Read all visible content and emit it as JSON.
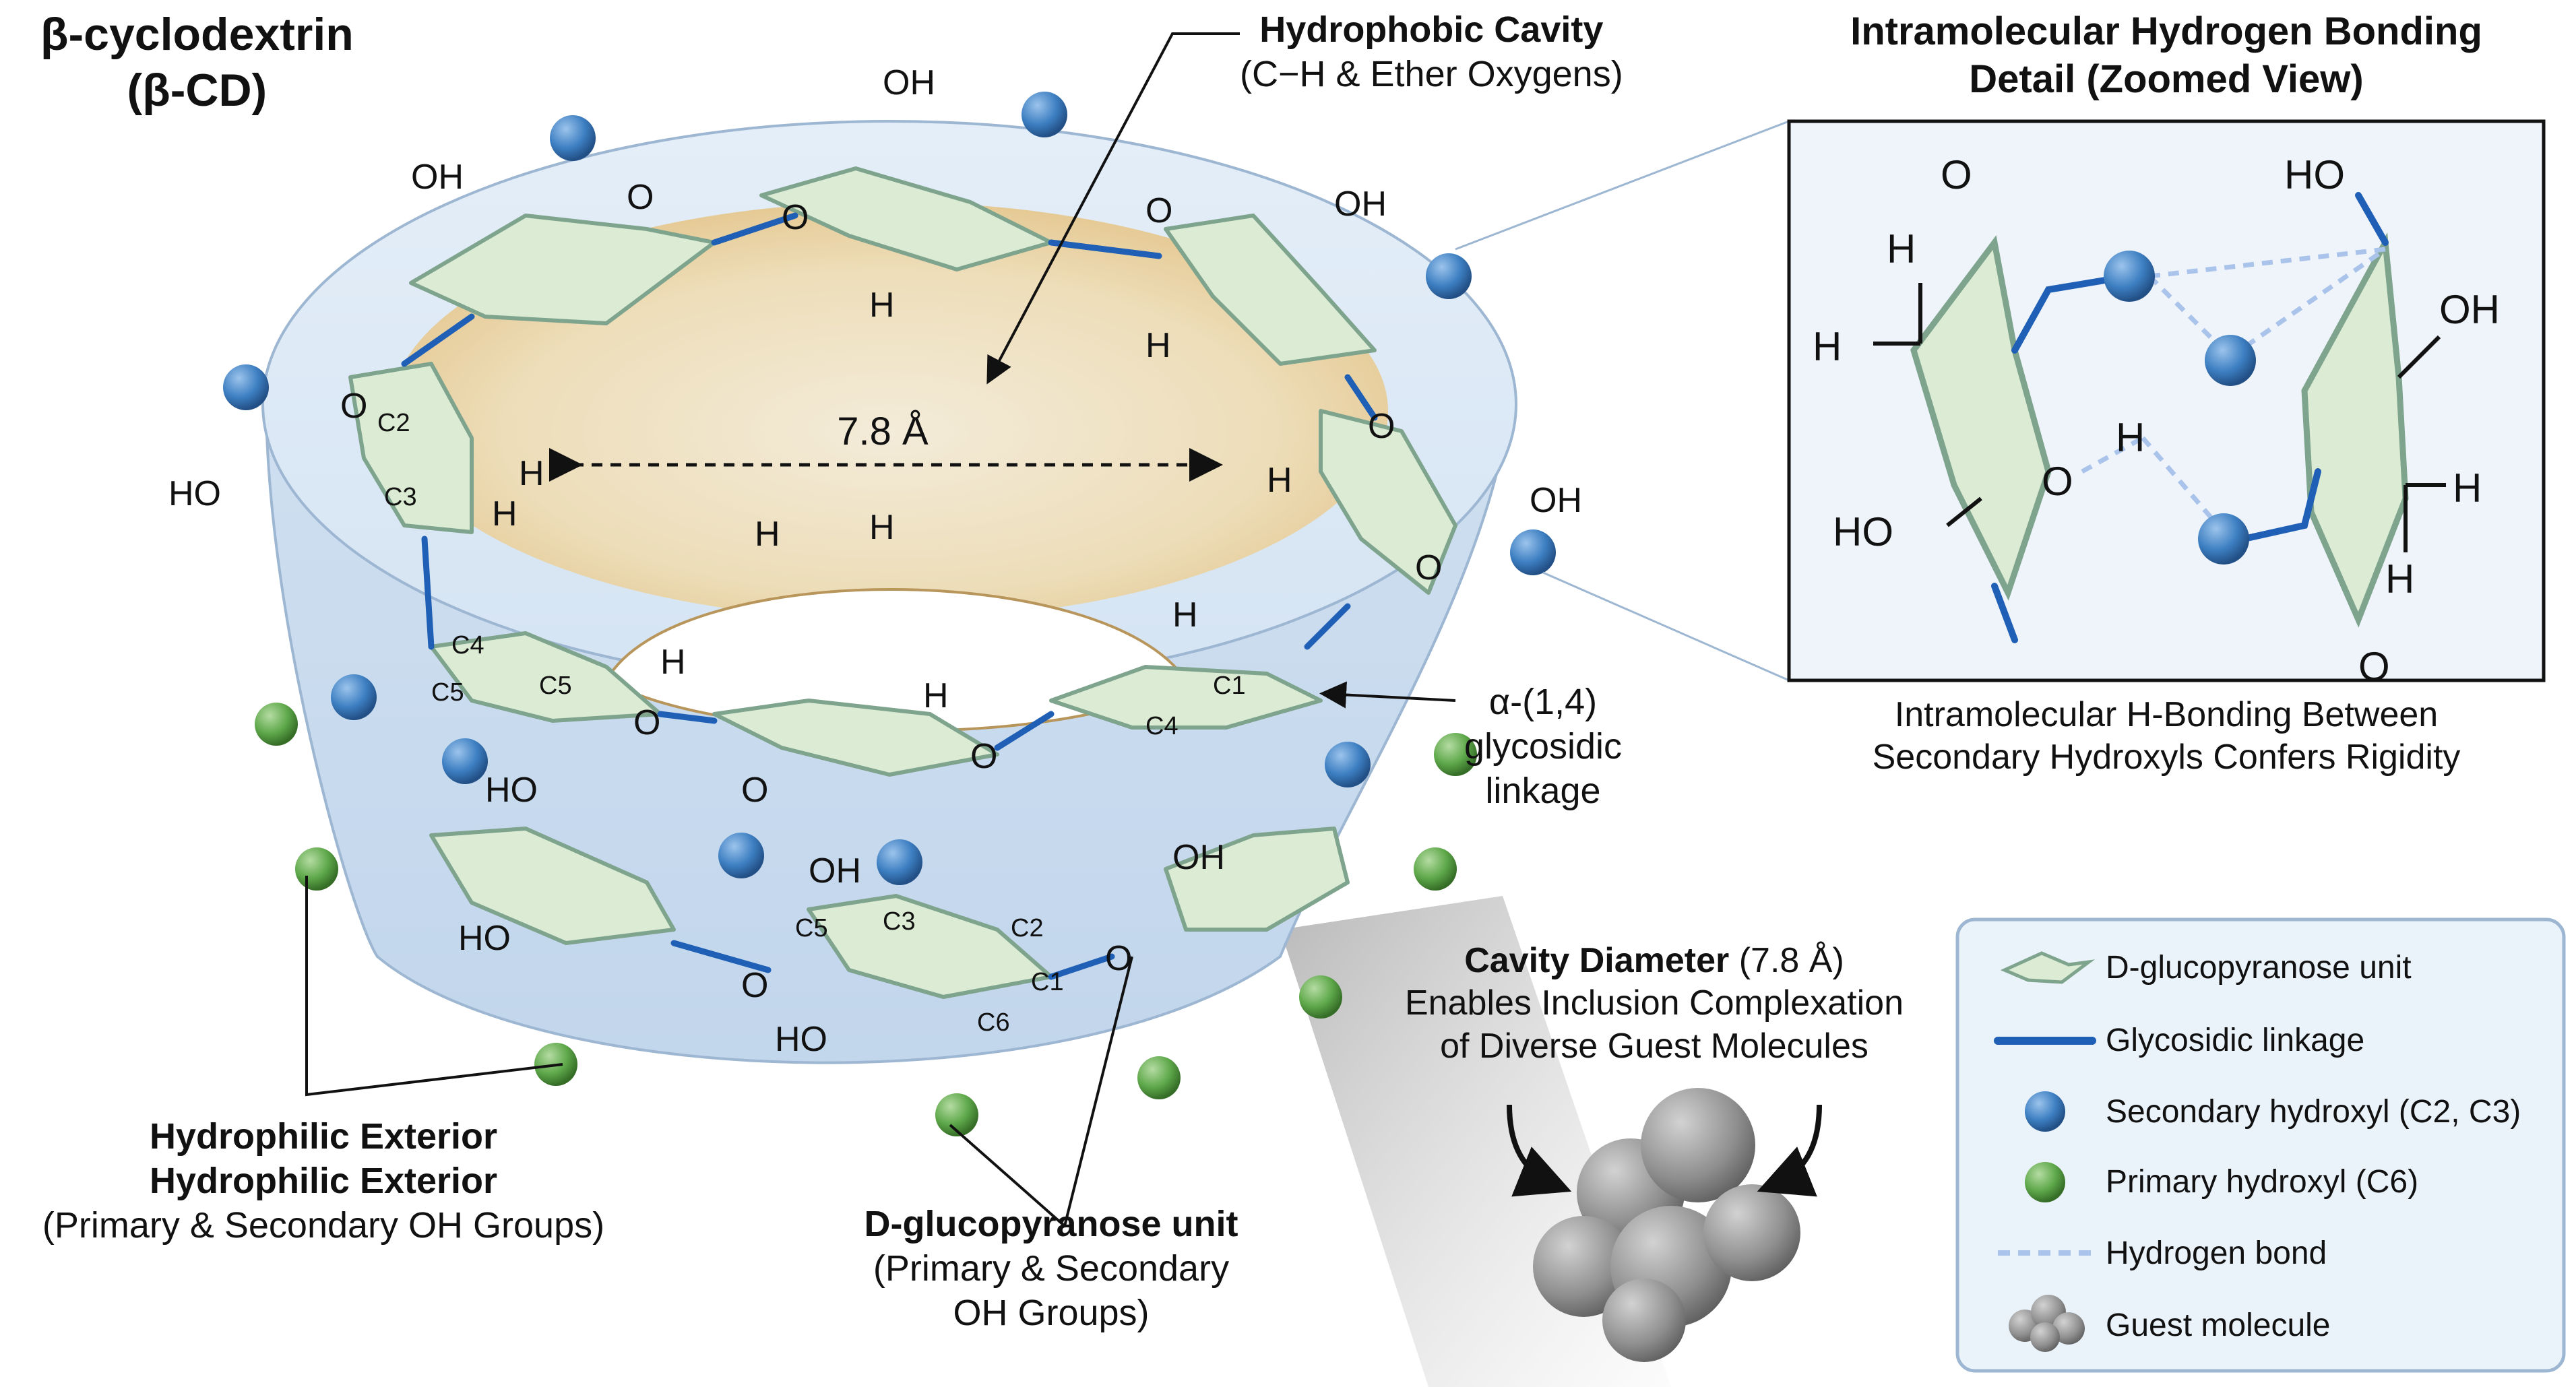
{
  "title": {
    "line1": "β-cyclodextrin",
    "line2": "(β-CD)"
  },
  "cavity_callout": {
    "title": "Hydrophobic Cavity",
    "subtitle": "(C−H & Ether Oxygens)"
  },
  "diameter_label": "7.8 Å",
  "linkage_callout": {
    "line1": "α-(1,4)",
    "line2": "glycosidic",
    "line3": "linkage"
  },
  "exterior_callout": {
    "line1": "Hydrophilic Exterior",
    "line2": "Hydrophilic Exterior",
    "line3": "(Primary & Secondary OH Groups)"
  },
  "unit_callout": {
    "line1": "D-glucopyranose unit",
    "line2": "(Primary & Secondary",
    "line3": "OH Groups)"
  },
  "zoom_panel": {
    "title_line1": "Intramolecular Hydrogen Bonding",
    "title_line2": "Detail (Zoomed View)",
    "caption_line1": "Intramolecular H-Bonding Between",
    "caption_line2": "Secondary Hydroxyls Confers Rigidity"
  },
  "guest_callout": {
    "title_bold": "Cavity Diameter",
    "title_rest": " (7.8 Å)",
    "line2": "Enables Inclusion Complexation",
    "line3": "of Diverse Guest Molecules"
  },
  "legend": {
    "items": [
      {
        "label": "D-glucopyranose unit",
        "symbol": "glucose-unit"
      },
      {
        "label": "Glycosidic linkage",
        "symbol": "line"
      },
      {
        "label": "Secondary hydroxyl (C2, C3)",
        "symbol": "blue-sphere"
      },
      {
        "label": "Primary hydroxyl (C6)",
        "symbol": "green-sphere"
      },
      {
        "label": "Hydrogen bond",
        "symbol": "dashed-line"
      },
      {
        "label": "Guest molecule",
        "symbol": "guest"
      }
    ]
  },
  "molecule_labels": {
    "oh": "OH",
    "ho": "HO",
    "o": "O",
    "h": "H",
    "c1": "C1",
    "c2": "C2",
    "c3": "C3",
    "c4": "C4",
    "c5": "C5",
    "c6": "C6"
  },
  "colors": {
    "secondary_hydroxyl": "#3d7fc2",
    "primary_hydroxyl": "#5ea84a",
    "glycosidic_linkage": "#1f5fb5",
    "hydrogen_bond": "#a9c3ea",
    "ring_fill": "#dcebd3",
    "ring_stroke": "#7fa48e",
    "cavity_tint": "#ecd7a8",
    "cone_fill": "#d4e3f2",
    "guest": "#8f8f8f"
  }
}
